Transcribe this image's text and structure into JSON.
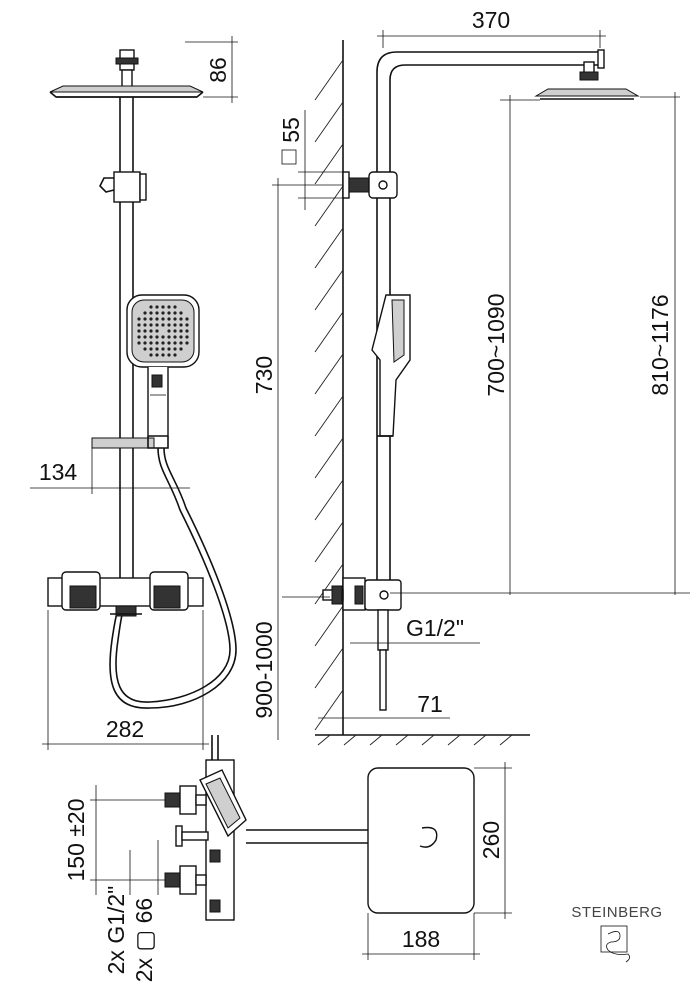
{
  "dimensions": {
    "head_height": "86",
    "arm_length": "370",
    "bracket_square": "55",
    "bracket_height": "730",
    "sliding_range": "700~1090",
    "total_height_range": "810~1176",
    "holder_offset": "134",
    "thread_size": "G1/2\"",
    "mixer_height_range": "900-1000",
    "wall_offset": "71",
    "mixer_width": "282",
    "inlet_spacing": "150 ±20",
    "inlet_thread": "2x G1/2\"",
    "inlet_cover": "2x ▢ 66",
    "head_depth": "260",
    "head_width": "188"
  },
  "brand": {
    "name": "STEINBERG",
    "logo_icon": "steinberg-logo-icon"
  }
}
